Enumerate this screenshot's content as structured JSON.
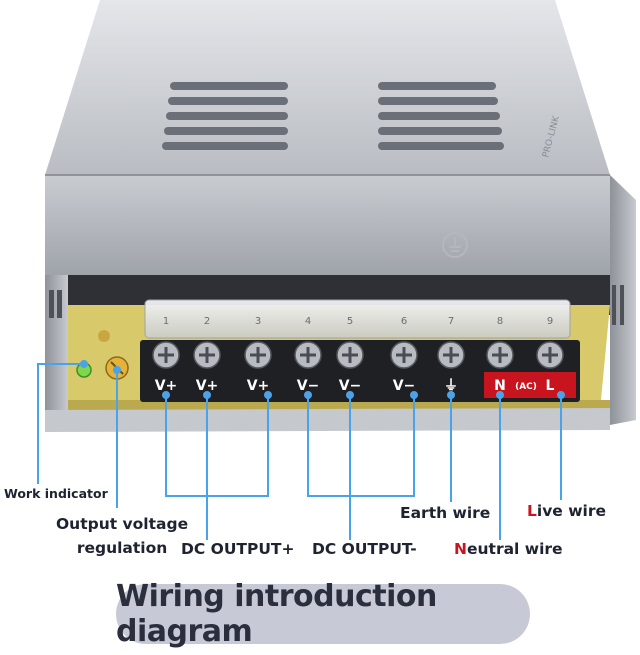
{
  "device": {
    "top_label": "PRO-LINK",
    "terminal_numbers": [
      "1",
      "2",
      "3",
      "4",
      "5",
      "6",
      "7",
      "8",
      "9"
    ],
    "terminal_labels": [
      "V+",
      "V+",
      "V+",
      "V−",
      "V−",
      "V−",
      "⏚",
      "N",
      "L"
    ],
    "ac_tag": "(AC)"
  },
  "callouts": {
    "work_indicator": "Work indicator",
    "output_voltage_line1": "Output voltage",
    "output_voltage_line2": "regulation",
    "dc_output_plus": "DC OUTPUT+",
    "dc_output_minus": "DC OUTPUT-",
    "earth_wire": "Earth wire",
    "live_wire_first": "L",
    "live_wire_rest": "ive wire",
    "neutral_wire_first": "N",
    "neutral_wire_rest": "eutral wire"
  },
  "banner": {
    "title": "Wiring introduction diagram"
  },
  "colors": {
    "callout_line": "#4aa3e8",
    "accent_red": "#c8141e",
    "banner_bg": "#c7cad6"
  }
}
